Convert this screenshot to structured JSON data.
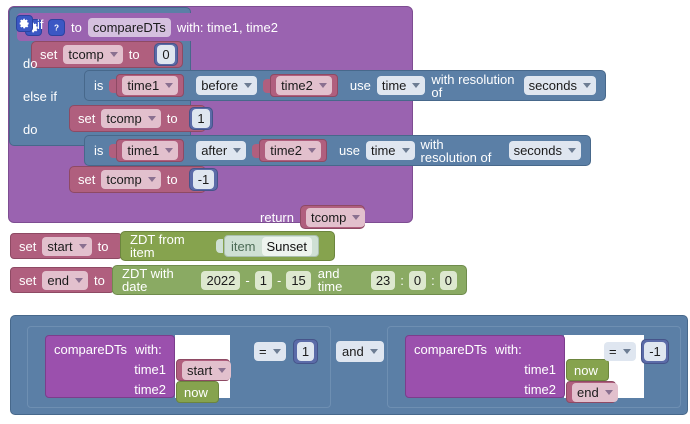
{
  "workspace": {
    "name": "blockly-workspace"
  },
  "procedure": {
    "gear_icon": "gear-icon",
    "help_icon": "question-mark-icon",
    "to_label": "to",
    "name": "compareDTs",
    "with_label": "with: time1, time2",
    "return_label": "return",
    "return_value": "tcomp",
    "statements": {
      "set_init": {
        "set_label": "set",
        "variable": "tcomp",
        "to_label": "to",
        "value": "0"
      },
      "if_block": {
        "gear_icon": "gear-icon",
        "if_label": "if",
        "do_label": "do",
        "else_if_label": "else if",
        "do2_label": "do",
        "condition1": {
          "is_label": "is",
          "left": "time1",
          "operator": "before",
          "right": "time2",
          "use_label": "use",
          "use_value": "time",
          "resolution_label": "with resolution of",
          "resolution_value": "seconds"
        },
        "then1": {
          "set_label": "set",
          "variable": "tcomp",
          "to_label": "to",
          "value": "1"
        },
        "condition2": {
          "is_label": "is",
          "left": "time1",
          "operator": "after",
          "right": "time2",
          "use_label": "use",
          "use_value": "time",
          "resolution_label": "with resolution of",
          "resolution_value": "seconds"
        },
        "then2": {
          "set_label": "set",
          "variable": "tcomp",
          "to_label": "to",
          "value": "-1"
        }
      }
    }
  },
  "assignments": [
    {
      "set_label": "set",
      "variable": "start",
      "to_label": "to",
      "expression_label": "ZDT from item",
      "item_label": "item",
      "item_value": "Sunset"
    },
    {
      "set_label": "set",
      "variable": "end",
      "to_label": "to",
      "expression_label": "ZDT with date",
      "year": "2022",
      "month": "1",
      "day": "15",
      "and_time_label": "and time",
      "hour": "23",
      "minute": "0",
      "second": "0",
      "date_sep": "-",
      "time_sep": ":"
    }
  ],
  "condition_expression": {
    "join_operator": "and",
    "operands": [
      {
        "call_label": "compareDTs",
        "with_label": "with:",
        "params": [
          {
            "name": "time1",
            "value": "start",
            "value_kind": "variable"
          },
          {
            "name": "time2",
            "value": "now",
            "value_kind": "literal"
          }
        ],
        "comparison_operator": "=",
        "comparison_value": "1"
      },
      {
        "call_label": "compareDTs",
        "with_label": "with:",
        "params": [
          {
            "name": "time1",
            "value": "now",
            "value_kind": "literal"
          },
          {
            "name": "time2",
            "value": "end",
            "value_kind": "variable"
          }
        ],
        "comparison_operator": "=",
        "comparison_value": "-1"
      }
    ]
  },
  "colors": {
    "procedure": "#9a63b0",
    "variable": "#b05f7e",
    "control": "#5b7fa6",
    "number": "#5b6ba8",
    "datetime": "#86a34e",
    "date": "#8aaa63",
    "item": "#cfe0d4",
    "call": "#9b50ad",
    "background": "#ffffff"
  }
}
